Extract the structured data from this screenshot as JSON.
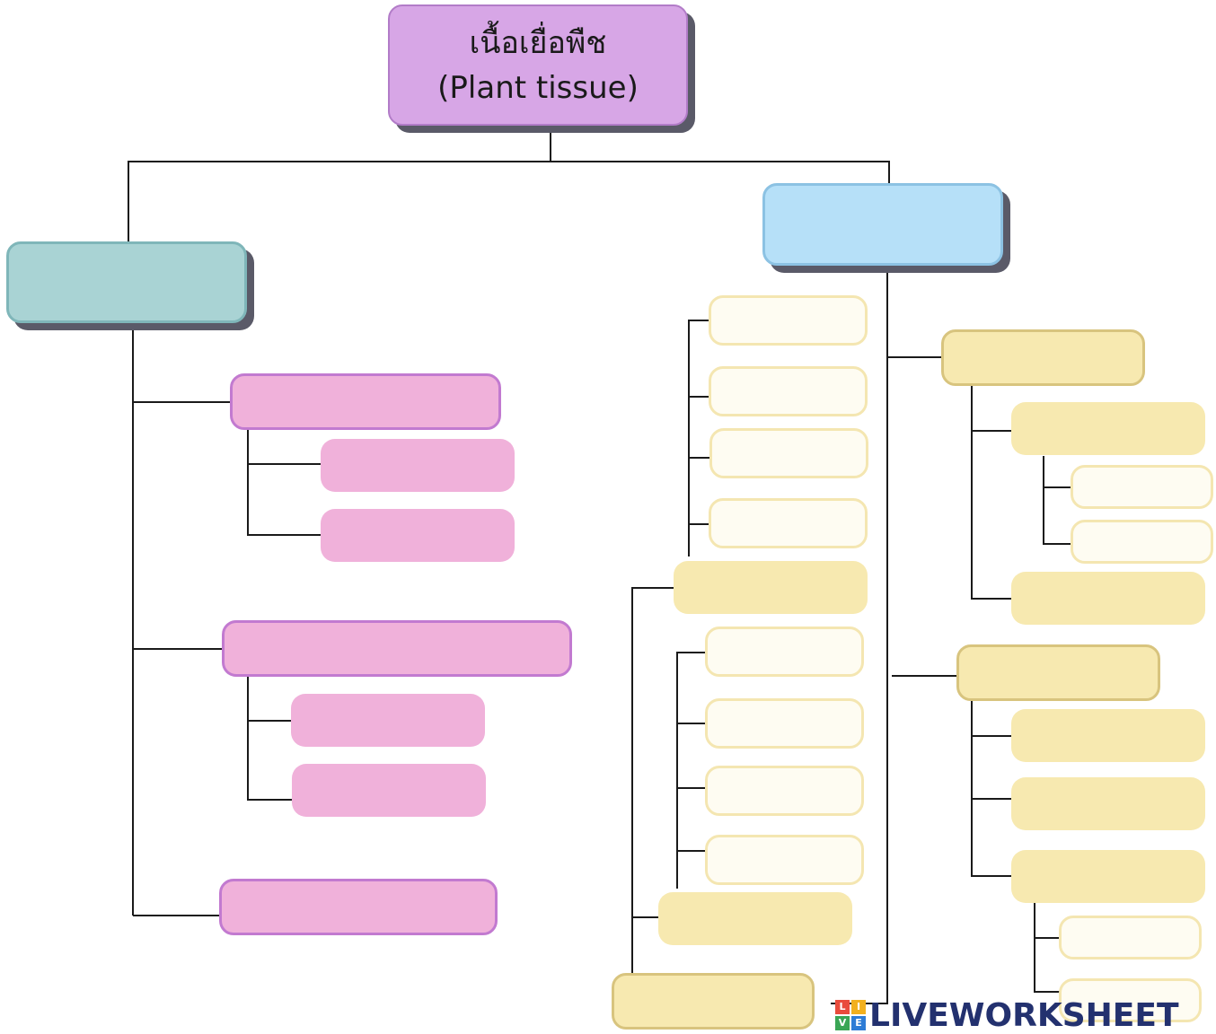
{
  "root": {
    "line1": "เนื้อเยื่อพืช",
    "line2": "(Plant tissue)"
  },
  "watermark": {
    "letters": [
      "L",
      "I",
      "V",
      "E"
    ],
    "text": "LIVEWORKSHEET"
  },
  "colors": {
    "root": "#d7a6e6",
    "teal": "#a9d3d4",
    "blue": "#b6e0f8",
    "pink": "#f0b1da",
    "yellow": "#f7e9b0",
    "light_yellow": "#fefcf2",
    "line": "#1a1a1a",
    "logo_text": "#23316f",
    "logo_tiles": [
      "#e94b3c",
      "#f2b01e",
      "#3aa655",
      "#2e7cd6"
    ]
  }
}
